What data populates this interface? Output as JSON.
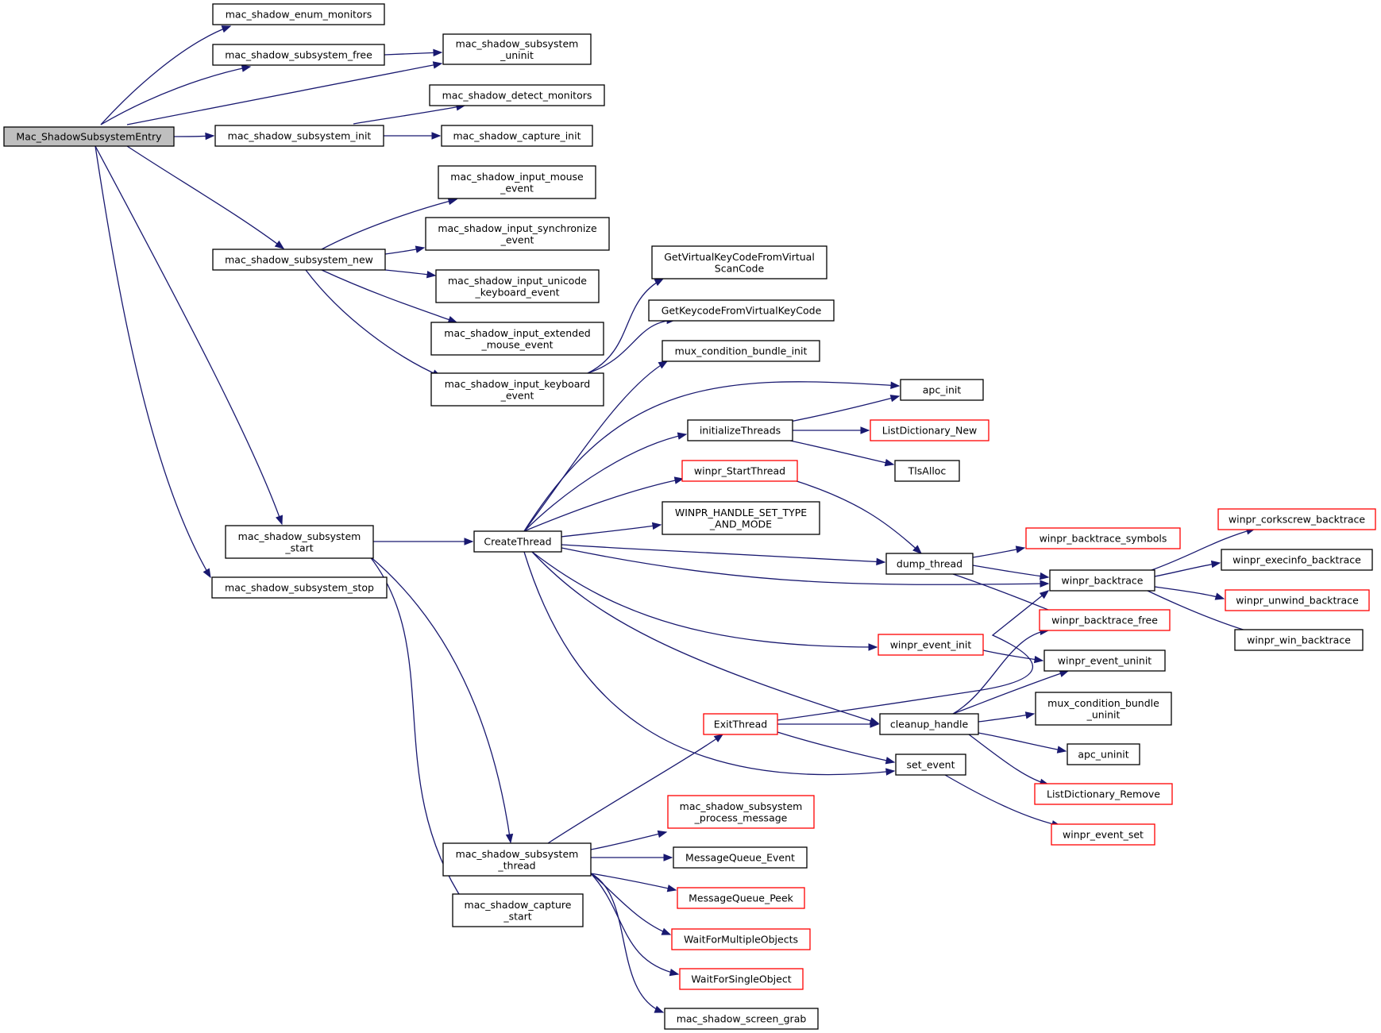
{
  "colors": {
    "edge": "#191970",
    "node_border": "#000000",
    "node_border_red": "#ff0000",
    "root_fill": "#bfbfbf",
    "node_fill": "#ffffff"
  },
  "nodes": {
    "root": {
      "lines": [
        "Mac_ShadowSubsystemEntry"
      ],
      "kind": "root"
    },
    "enum_monitors": {
      "lines": [
        "mac_shadow_enum_monitors"
      ],
      "kind": "normal"
    },
    "subsys_free": {
      "lines": [
        "mac_shadow_subsystem_free"
      ],
      "kind": "normal"
    },
    "subsys_uninit": {
      "lines": [
        "mac_shadow_subsystem",
        "_uninit"
      ],
      "kind": "normal"
    },
    "detect_monitors": {
      "lines": [
        "mac_shadow_detect_monitors"
      ],
      "kind": "normal"
    },
    "subsys_init": {
      "lines": [
        "mac_shadow_subsystem_init"
      ],
      "kind": "normal"
    },
    "capture_init": {
      "lines": [
        "mac_shadow_capture_init"
      ],
      "kind": "normal"
    },
    "input_mouse": {
      "lines": [
        "mac_shadow_input_mouse",
        "_event"
      ],
      "kind": "normal"
    },
    "input_sync": {
      "lines": [
        "mac_shadow_input_synchronize",
        "_event"
      ],
      "kind": "normal"
    },
    "subsys_new": {
      "lines": [
        "mac_shadow_subsystem_new"
      ],
      "kind": "normal"
    },
    "input_unicode": {
      "lines": [
        "mac_shadow_input_unicode",
        "_keyboard_event"
      ],
      "kind": "normal"
    },
    "input_ext_mouse": {
      "lines": [
        "mac_shadow_input_extended",
        "_mouse_event"
      ],
      "kind": "normal"
    },
    "input_keyboard": {
      "lines": [
        "mac_shadow_input_keyboard",
        "_event"
      ],
      "kind": "normal"
    },
    "getvk": {
      "lines": [
        "GetVirtualKeyCodeFromVirtual",
        "ScanCode"
      ],
      "kind": "normal"
    },
    "getkeycode": {
      "lines": [
        "GetKeycodeFromVirtualKeyCode"
      ],
      "kind": "normal"
    },
    "mux_init": {
      "lines": [
        "mux_condition_bundle_init"
      ],
      "kind": "normal"
    },
    "apc_init": {
      "lines": [
        "apc_init"
      ],
      "kind": "normal"
    },
    "init_threads": {
      "lines": [
        "initializeThreads"
      ],
      "kind": "normal"
    },
    "listdict_new": {
      "lines": [
        "ListDictionary_New"
      ],
      "kind": "red"
    },
    "tlsalloc": {
      "lines": [
        "TlsAlloc"
      ],
      "kind": "normal"
    },
    "start_thread": {
      "lines": [
        "winpr_StartThread"
      ],
      "kind": "red"
    },
    "handle_set": {
      "lines": [
        "WINPR_HANDLE_SET_TYPE",
        "_AND_MODE"
      ],
      "kind": "normal"
    },
    "subsys_start": {
      "lines": [
        "mac_shadow_subsystem",
        "_start"
      ],
      "kind": "normal"
    },
    "create_thread": {
      "lines": [
        "CreateThread"
      ],
      "kind": "normal"
    },
    "dump_thread": {
      "lines": [
        "dump_thread"
      ],
      "kind": "normal"
    },
    "bt_symbols": {
      "lines": [
        "winpr_backtrace_symbols"
      ],
      "kind": "red"
    },
    "corkscrew": {
      "lines": [
        "winpr_corkscrew_backtrace"
      ],
      "kind": "red"
    },
    "execinfo": {
      "lines": [
        "winpr_execinfo_backtrace"
      ],
      "kind": "normal"
    },
    "backtrace": {
      "lines": [
        "winpr_backtrace"
      ],
      "kind": "normal"
    },
    "unwind": {
      "lines": [
        "winpr_unwind_backtrace"
      ],
      "kind": "red"
    },
    "subsys_stop": {
      "lines": [
        "mac_shadow_subsystem_stop"
      ],
      "kind": "normal"
    },
    "bt_free": {
      "lines": [
        "winpr_backtrace_free"
      ],
      "kind": "red"
    },
    "win_bt": {
      "lines": [
        "winpr_win_backtrace"
      ],
      "kind": "normal"
    },
    "event_init": {
      "lines": [
        "winpr_event_init"
      ],
      "kind": "red"
    },
    "event_uninit": {
      "lines": [
        "winpr_event_uninit"
      ],
      "kind": "normal"
    },
    "mux_uninit": {
      "lines": [
        "mux_condition_bundle",
        "_uninit"
      ],
      "kind": "normal"
    },
    "exit_thread": {
      "lines": [
        "ExitThread"
      ],
      "kind": "red"
    },
    "cleanup": {
      "lines": [
        "cleanup_handle"
      ],
      "kind": "normal"
    },
    "apc_uninit": {
      "lines": [
        "apc_uninit"
      ],
      "kind": "normal"
    },
    "set_event": {
      "lines": [
        "set_event"
      ],
      "kind": "normal"
    },
    "listdict_remove": {
      "lines": [
        "ListDictionary_Remove"
      ],
      "kind": "red"
    },
    "process_msg": {
      "lines": [
        "mac_shadow_subsystem",
        "_process_message"
      ],
      "kind": "red"
    },
    "event_set": {
      "lines": [
        "winpr_event_set"
      ],
      "kind": "red"
    },
    "subsys_thread": {
      "lines": [
        "mac_shadow_subsystem",
        "_thread"
      ],
      "kind": "normal"
    },
    "mq_event": {
      "lines": [
        "MessageQueue_Event"
      ],
      "kind": "normal"
    },
    "mq_peek": {
      "lines": [
        "MessageQueue_Peek"
      ],
      "kind": "red"
    },
    "capture_start": {
      "lines": [
        "mac_shadow_capture",
        "_start"
      ],
      "kind": "normal"
    },
    "wait_multi": {
      "lines": [
        "WaitForMultipleObjects"
      ],
      "kind": "red"
    },
    "wait_single": {
      "lines": [
        "WaitForSingleObject"
      ],
      "kind": "red"
    },
    "screen_grab": {
      "lines": [
        "mac_shadow_screen_grab"
      ],
      "kind": "normal"
    }
  }
}
